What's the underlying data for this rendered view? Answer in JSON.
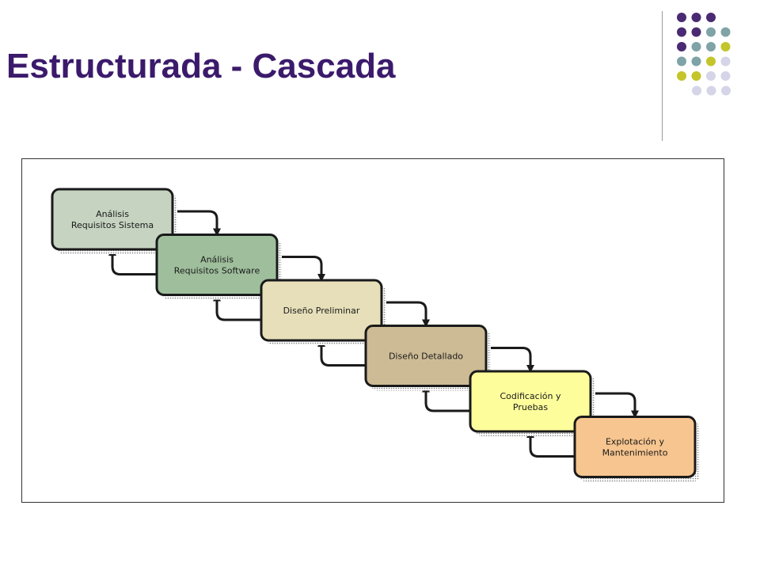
{
  "slide": {
    "title": "Estructurada - Cascada"
  },
  "colors": {
    "title": "#3b1a6b",
    "dot_purple": "#4a2a72",
    "dot_teal": "#7fa3a6",
    "dot_olive": "#c3c52a",
    "dot_lavender": "#d5d4e8",
    "arrow": "#1a1a1a"
  },
  "decoration": {
    "dot_grid_icon": "dot-grid-icon",
    "dot_rows": [
      [
        "purple",
        "purple",
        "purple"
      ],
      [
        "purple",
        "purple",
        "teal",
        "teal"
      ],
      [
        "purple",
        "teal",
        "teal",
        "olive"
      ],
      [
        "teal",
        "teal",
        "olive",
        "lavender"
      ],
      [
        "olive",
        "olive",
        "lavender",
        "lavender"
      ],
      [
        "lavender",
        "lavender",
        "lavender"
      ]
    ]
  },
  "diagram": {
    "steps": [
      {
        "lines": [
          "Análisis",
          "Requisitos Sistema"
        ],
        "fill": "#c5d3c0"
      },
      {
        "lines": [
          "Análisis",
          "Requisitos Software"
        ],
        "fill": "#9fbf9c"
      },
      {
        "lines": [
          "Diseño Preliminar"
        ],
        "fill": "#e6dfb9"
      },
      {
        "lines": [
          "Diseño Detallado"
        ],
        "fill": "#cdbb95"
      },
      {
        "lines": [
          "Codificación y",
          "Pruebas"
        ],
        "fill": "#fdfd9c"
      },
      {
        "lines": [
          "Explotación y",
          "Mantenimiento"
        ],
        "fill": "#f7c58f"
      }
    ]
  }
}
